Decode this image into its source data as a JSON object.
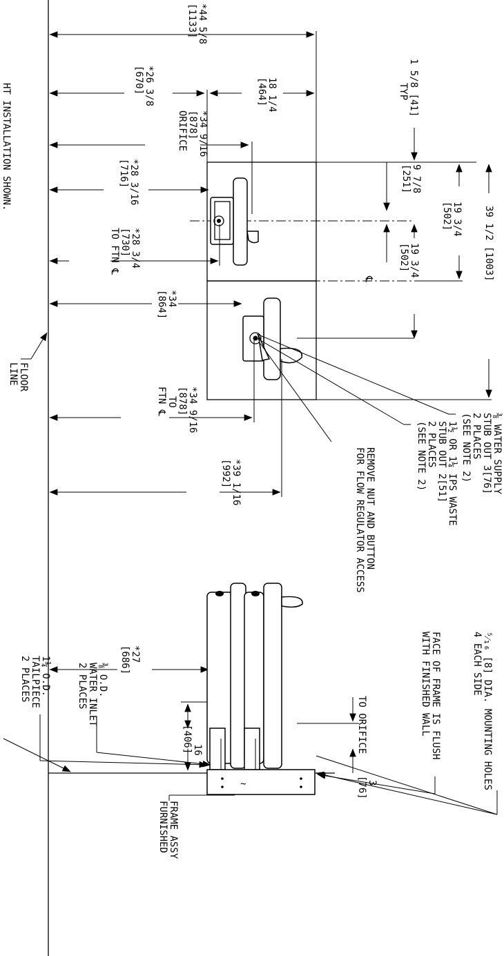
{
  "notes": {
    "installation_shown": "HT INSTALLATION SHOWN.",
    "floor_line": [
      "FLOOR",
      "LINE"
    ]
  },
  "dimensions": {
    "d44": [
      "*44 5/8",
      "[1133]"
    ],
    "d26": [
      "*26 3/8",
      "[670]"
    ],
    "d18": [
      "18 1/4",
      "[464]"
    ],
    "d1_5_8": [
      "1 5/8 [41]",
      "TYP"
    ],
    "d34_orifice": [
      "*34 9/16",
      "[878]",
      "ORIFICE"
    ],
    "d28_316": [
      "*28 3/16",
      "[716]"
    ],
    "d28_34": [
      "*28 3/4",
      "[730]",
      "TO FTN ℄"
    ],
    "d9_78": [
      "9 7/8",
      "[251]"
    ],
    "d19_top": [
      "19 3/4",
      "[502]"
    ],
    "d19_bot": [
      "19 3/4",
      "[502]"
    ],
    "d39_12": "39 1/2 [1003]",
    "cl_symbol": "℄",
    "d34": [
      "*34",
      "[864]"
    ],
    "d34_ftn": [
      "*34 9/16",
      "[878]",
      "TO",
      "FTN ℄"
    ],
    "d39_116": [
      "*39 1/16",
      "[992]"
    ],
    "d27": [
      "*27",
      "[686]"
    ],
    "d16": [
      "16",
      "[406]"
    ],
    "d3": [
      "3",
      "[76]",
      "TO ORIFICE"
    ]
  },
  "callouts": {
    "water_supply": [
      "⅜ WATER SUPPLY",
      "STUB OUT 3[76]",
      "2 PLACES",
      "(SEE NOTE 2)"
    ],
    "waste": [
      "1½ OR 1¼ IPS WASTE",
      "STUB OUT 2[51]",
      "2 PLACES",
      "(SEE NOTE 2)"
    ],
    "remove_nut": [
      "REMOVE NUT AND BUTTON",
      "FOR FLOW REGULATOR ACCESS"
    ],
    "mounting_holes": [
      "⁵⁄₁₆ [8] DIA. MOUNTING HOLES",
      "4 EACH SIDE"
    ],
    "face_of_frame": [
      "FACE OF FRAME IS FLUSH",
      "WITH FINISHED WALL"
    ],
    "tailpiece": [
      "1¼ O.D.",
      "TAILPIECE",
      "2 PLACES"
    ],
    "water_inlet": [
      "⅜ O.D.",
      "WATER INLET",
      "2 PLACES"
    ],
    "frame_assy": [
      "FRAME ASSY",
      "FURNISHED"
    ]
  }
}
